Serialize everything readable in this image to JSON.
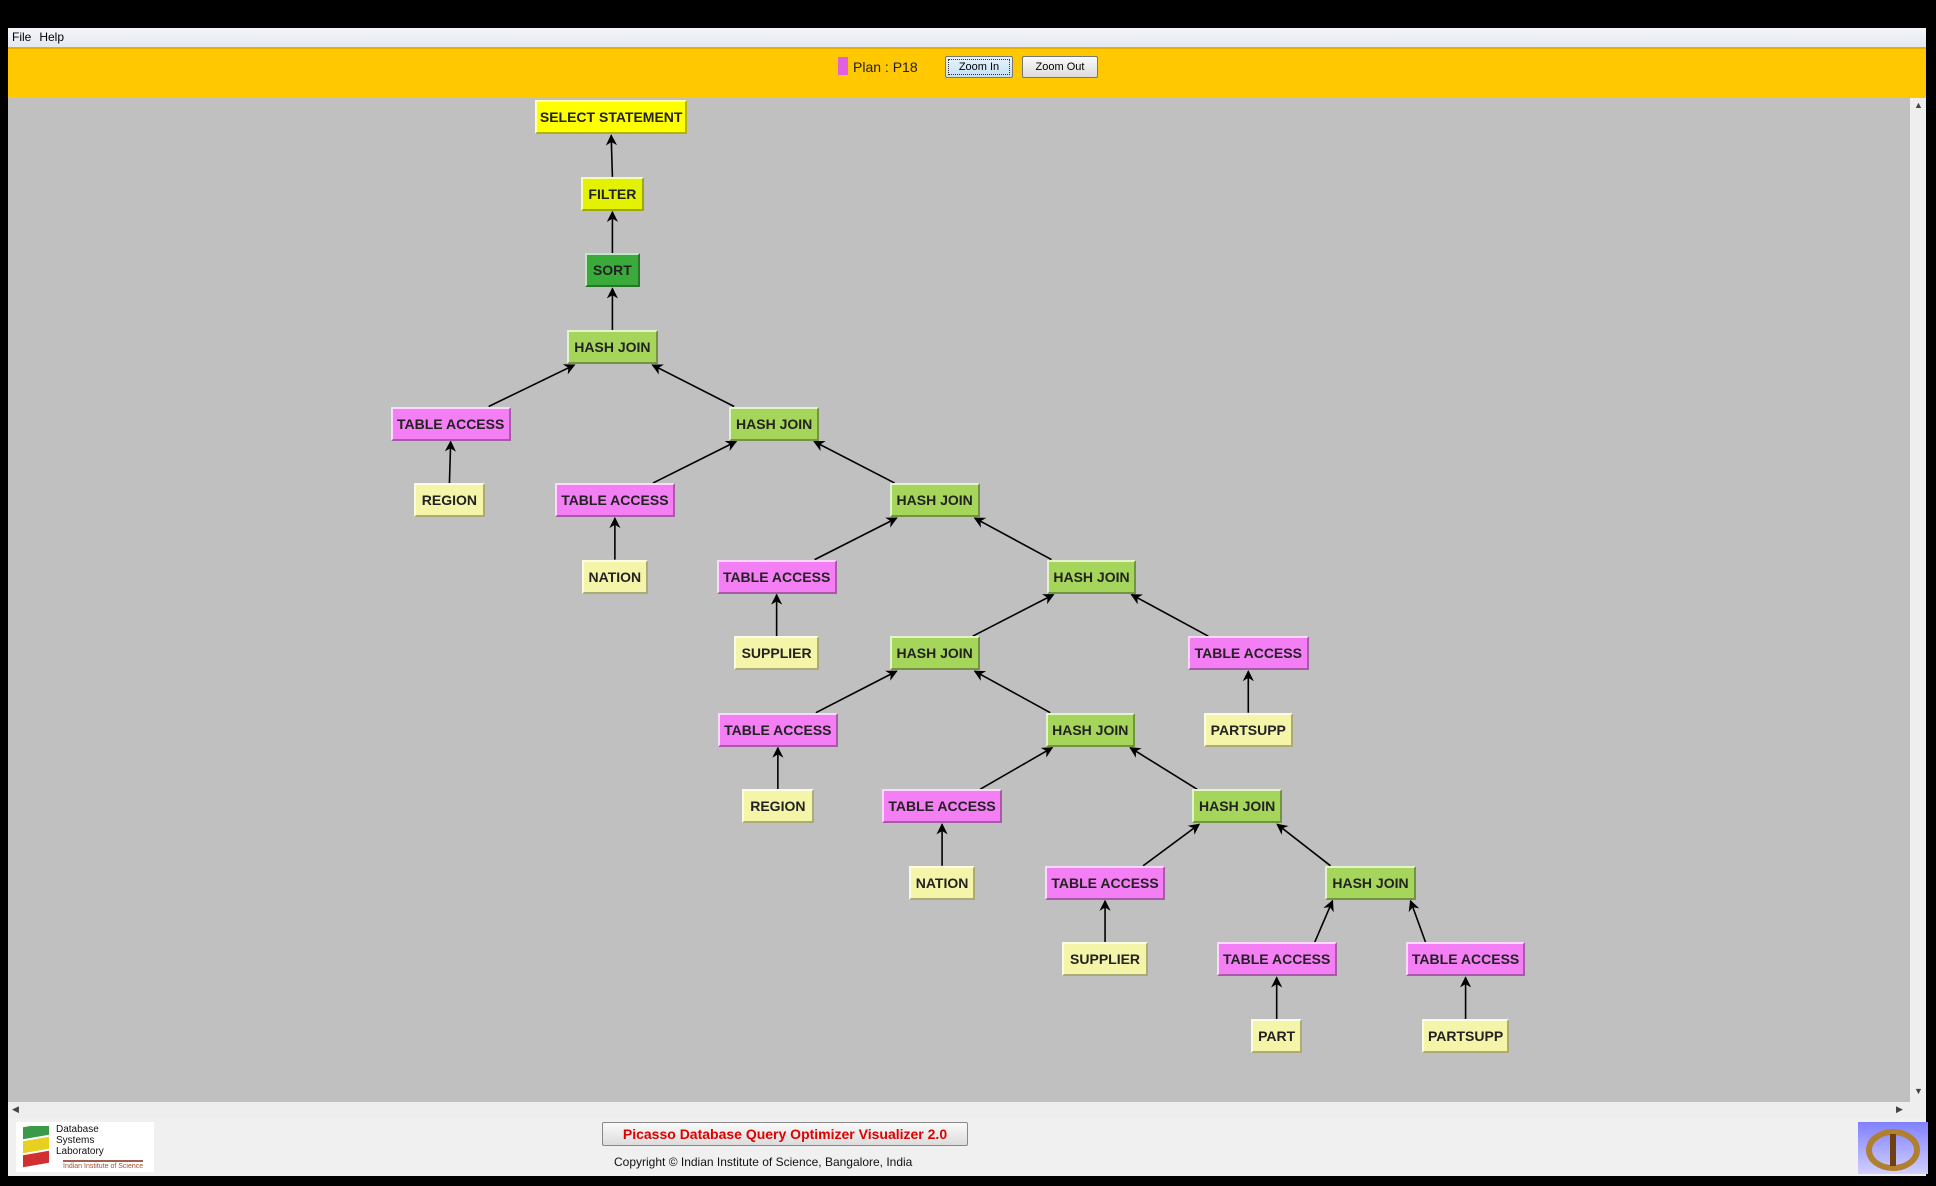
{
  "menu": {
    "file": "File",
    "help": "Help"
  },
  "toolbar": {
    "plan_label": "Plan : P18",
    "zoom_in": "Zoom In",
    "zoom_out": "Zoom Out",
    "plan_color": "#e060e0"
  },
  "colors": {
    "select": "#ffff00",
    "filter": "#e2f200",
    "sort": "#3aab3a",
    "hashjoin": "#a5d55b",
    "table_access": "#f47ff4",
    "relation": "#f5f5aa"
  },
  "tree": {
    "nodes": [
      {
        "id": "n1",
        "label": "SELECT STATEMENT",
        "type": "select",
        "parent": null
      },
      {
        "id": "n2",
        "label": "FILTER",
        "type": "filter",
        "parent": "n1"
      },
      {
        "id": "n3",
        "label": "SORT",
        "type": "sort",
        "parent": "n2"
      },
      {
        "id": "n4",
        "label": "HASH JOIN",
        "type": "hashjoin",
        "parent": "n3"
      },
      {
        "id": "n5",
        "label": "TABLE ACCESS",
        "type": "table_access",
        "parent": "n4"
      },
      {
        "id": "n6",
        "label": "REGION",
        "type": "relation",
        "parent": "n5"
      },
      {
        "id": "n7",
        "label": "HASH JOIN",
        "type": "hashjoin",
        "parent": "n4"
      },
      {
        "id": "n8",
        "label": "TABLE ACCESS",
        "type": "table_access",
        "parent": "n7"
      },
      {
        "id": "n9",
        "label": "NATION",
        "type": "relation",
        "parent": "n8"
      },
      {
        "id": "n10",
        "label": "HASH JOIN",
        "type": "hashjoin",
        "parent": "n7"
      },
      {
        "id": "n11",
        "label": "TABLE ACCESS",
        "type": "table_access",
        "parent": "n10"
      },
      {
        "id": "n12",
        "label": "SUPPLIER",
        "type": "relation",
        "parent": "n11"
      },
      {
        "id": "n13",
        "label": "HASH JOIN",
        "type": "hashjoin",
        "parent": "n10"
      },
      {
        "id": "n14",
        "label": "HASH JOIN",
        "type": "hashjoin",
        "parent": "n13"
      },
      {
        "id": "n15",
        "label": "TABLE ACCESS",
        "type": "table_access",
        "parent": "n13"
      },
      {
        "id": "n16",
        "label": "PARTSUPP",
        "type": "relation",
        "parent": "n15"
      },
      {
        "id": "n17",
        "label": "TABLE ACCESS",
        "type": "table_access",
        "parent": "n14"
      },
      {
        "id": "n18",
        "label": "REGION",
        "type": "relation",
        "parent": "n17"
      },
      {
        "id": "n19",
        "label": "HASH JOIN",
        "type": "hashjoin",
        "parent": "n14"
      },
      {
        "id": "n20",
        "label": "TABLE ACCESS",
        "type": "table_access",
        "parent": "n19"
      },
      {
        "id": "n21",
        "label": "NATION",
        "type": "relation",
        "parent": "n20"
      },
      {
        "id": "n22",
        "label": "HASH JOIN",
        "type": "hashjoin",
        "parent": "n19"
      },
      {
        "id": "n23",
        "label": "TABLE ACCESS",
        "type": "table_access",
        "parent": "n22"
      },
      {
        "id": "n24",
        "label": "SUPPLIER",
        "type": "relation",
        "parent": "n23"
      },
      {
        "id": "n25",
        "label": "HASH JOIN",
        "type": "hashjoin",
        "parent": "n22"
      },
      {
        "id": "n26",
        "label": "TABLE ACCESS",
        "type": "table_access",
        "parent": "n25"
      },
      {
        "id": "n27",
        "label": "PART",
        "type": "relation",
        "parent": "n26"
      },
      {
        "id": "n28",
        "label": "TABLE ACCESS",
        "type": "table_access",
        "parent": "n25"
      },
      {
        "id": "n29",
        "label": "PARTSUPP",
        "type": "relation",
        "parent": "n28"
      }
    ]
  },
  "footer": {
    "logo_lines": [
      "Database",
      "Systems",
      "Laboratory"
    ],
    "logo_sub": "Indian Institute of Science",
    "title": "Picasso Database Query Optimizer Visualizer 2.0",
    "copyright": "Copyright © Indian Institute of Science, Bangalore, India"
  }
}
